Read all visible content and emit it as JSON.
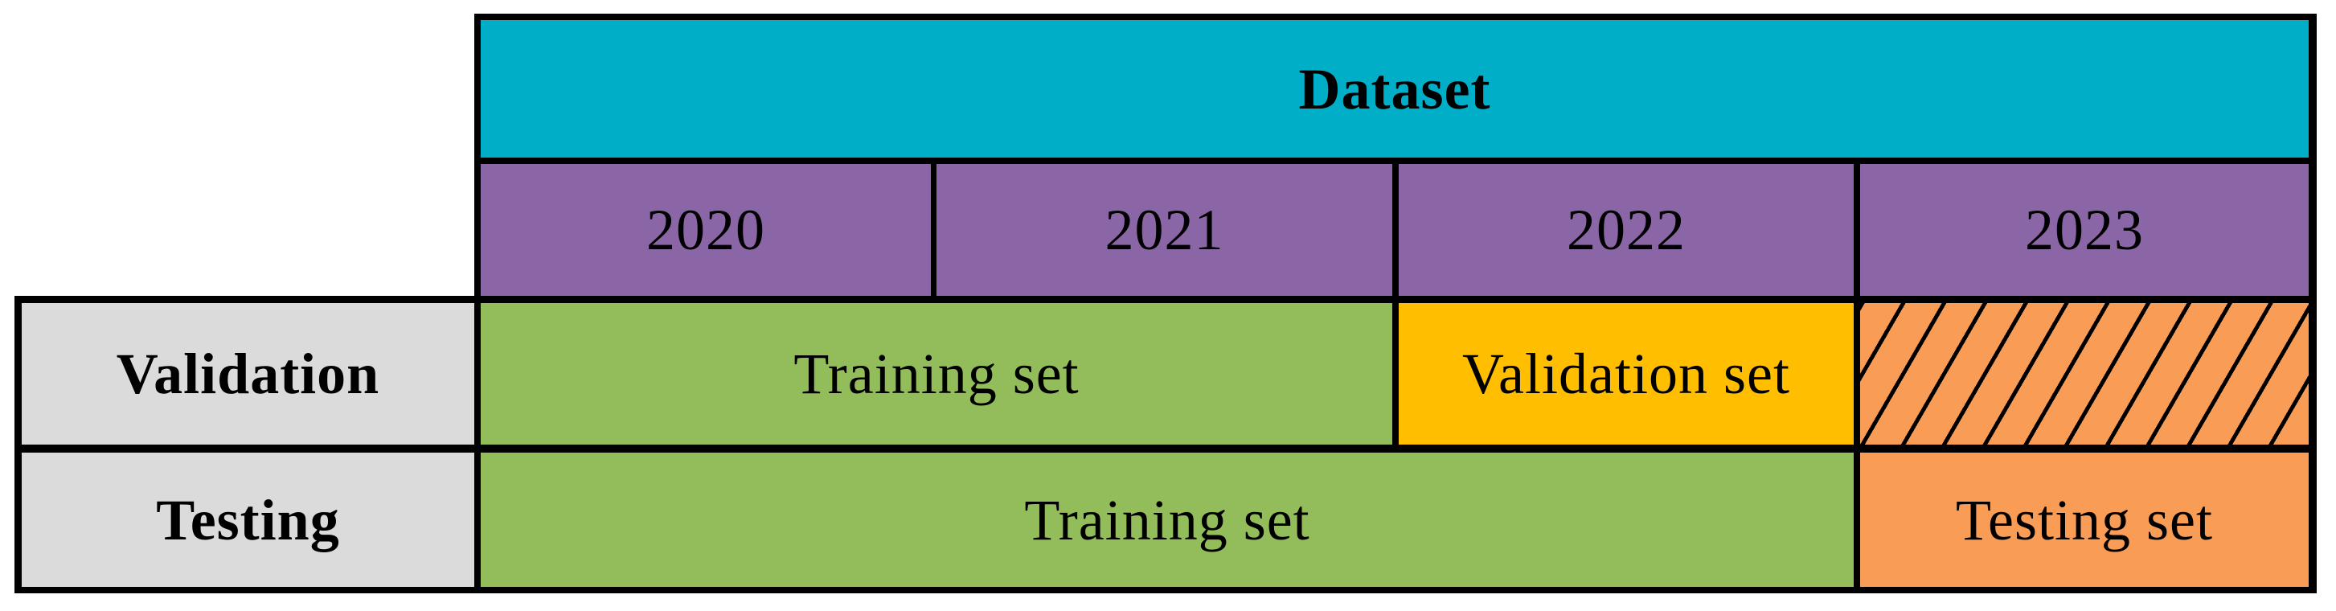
{
  "diagram": {
    "dataset_label": "Dataset",
    "years": [
      "2020",
      "2021",
      "2022",
      "2023"
    ],
    "row_headers": {
      "validation": "Validation",
      "testing": "Testing"
    },
    "validation_row": {
      "training_label": "Training set",
      "validation_label": "Validation set",
      "year2023_cell": "hatched-unused"
    },
    "testing_row": {
      "training_label": "Training set",
      "testing_label": "Testing set"
    }
  },
  "colors": {
    "header_cyan": "#00AEC7",
    "year_purple": "#8A66A6",
    "training_green": "#93BD5B",
    "validation_gold": "#FFBF00",
    "testing_orange": "#F89C56",
    "row_header_gray": "#DBDBDB",
    "grid_line_black": "#000000"
  }
}
